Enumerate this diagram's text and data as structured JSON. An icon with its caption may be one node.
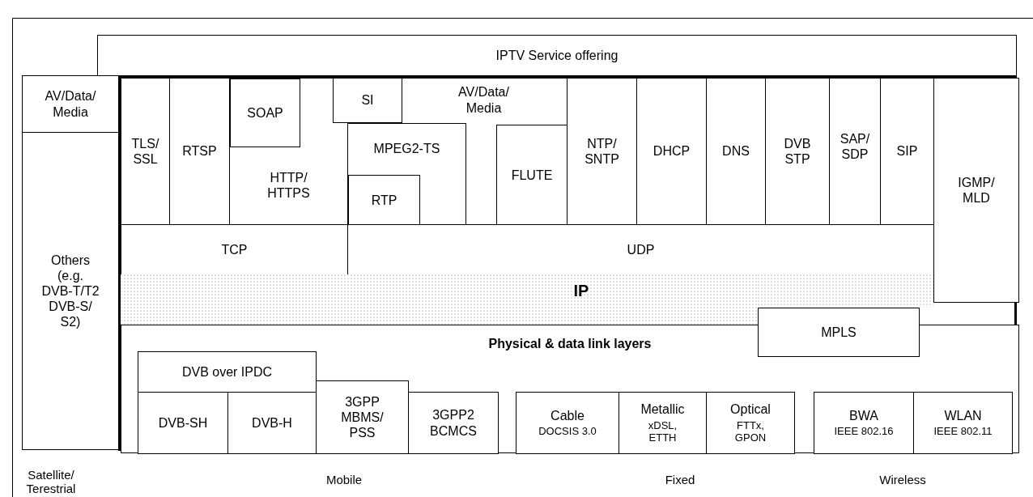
{
  "diagram": {
    "nodes": [
      {
        "text": [
          "IPTV Service offering"
        ]
      },
      {
        "text": [
          "AV/Data/ Media"
        ]
      },
      {
        "text": [
          "Others (e.g. DVB-T/T2 DVB-S/ S2)"
        ]
      },
      {
        "text": [],
        "shape": "box"
      },
      {
        "text": [
          "TLS/ SSL"
        ],
        "in": 3
      },
      {
        "text": [
          "RTSP"
        ],
        "in": 3
      },
      {
        "text": [
          "HTTP/ HTTPS"
        ],
        "in": 3
      },
      {
        "text": [
          "SOAP"
        ],
        "in": 6
      },
      {
        "text": [
          "SI"
        ],
        "in": 3
      },
      {
        "text": [
          "AV/Data/ Media"
        ],
        "in": 3
      },
      {
        "text": [
          "MPEG2-TS"
        ],
        "in": 9
      },
      {
        "text": [
          "RTP"
        ],
        "in": 10
      },
      {
        "text": [
          "FLUTE"
        ],
        "in": 9
      },
      {
        "text": [
          "NTP/ SNTP"
        ],
        "in": 3
      },
      {
        "text": [
          "DHCP"
        ],
        "in": 3
      },
      {
        "text": [
          "DNS"
        ],
        "in": 3
      },
      {
        "text": [
          "DVB STP"
        ],
        "in": 3
      },
      {
        "text": [
          "SAP/ SDP"
        ],
        "in": 3
      },
      {
        "text": [
          "SIP"
        ],
        "in": 3
      },
      {
        "text": [
          "IGMP/ MLD"
        ],
        "in": 3
      },
      {
        "text": [
          "TCP"
        ],
        "in": 3
      },
      {
        "text": [
          "UDP"
        ],
        "in": 3
      },
      {
        "text": [
          "IP"
        ],
        "in": 3
      },
      {
        "text": [
          "Physical & data link layers"
        ],
        "in": 3
      },
      {
        "text": [
          "MPLS"
        ],
        "in": 3
      },
      {
        "text": [
          "DVB over IPDC"
        ],
        "in": 23
      },
      {
        "text": [
          "DVB-SH"
        ],
        "in": 23
      },
      {
        "text": [
          "DVB-H"
        ],
        "in": 23
      },
      {
        "text": [
          "3GPP MBMS/ PSS"
        ],
        "in": 23
      },
      {
        "text": [
          "3GPP2 BCMCS"
        ],
        "in": 23
      },
      {
        "text": [
          "Cable",
          "DOCSIS 3.0"
        ],
        "in": 23
      },
      {
        "text": [
          "Metallic",
          "xDSL, ETTH"
        ],
        "in": 23
      },
      {
        "text": [
          "Optical",
          "FTTx, GPON"
        ],
        "in": 23
      },
      {
        "text": [
          "BWA",
          "IEEE 802.16"
        ],
        "in": 23
      },
      {
        "text": [
          "WLAN",
          "IEEE 802.11"
        ],
        "in": 23
      }
    ],
    "labels": [
      "Satellite/ Terestrial",
      "Mobile",
      "Fixed",
      "Wireless"
    ]
  }
}
